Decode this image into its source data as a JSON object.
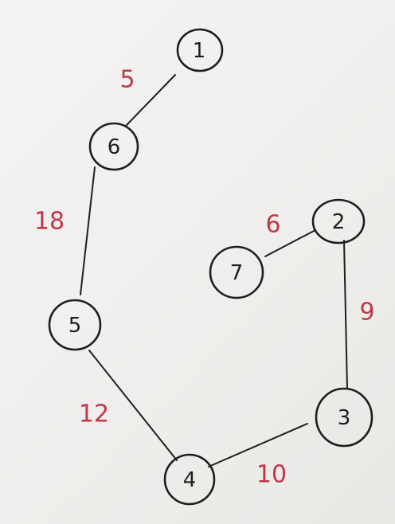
{
  "colors": {
    "ink": "#1e1e1e",
    "weight": "#c1374a",
    "paper": "#f2f1ef"
  },
  "nodes": [
    {
      "id": "n1",
      "label": "1"
    },
    {
      "id": "n6",
      "label": "6"
    },
    {
      "id": "n5",
      "label": "5"
    },
    {
      "id": "n4",
      "label": "4"
    },
    {
      "id": "n3",
      "label": "3"
    },
    {
      "id": "n2",
      "label": "2"
    },
    {
      "id": "n7",
      "label": "7"
    }
  ],
  "edges": [
    {
      "from": "1",
      "to": "6",
      "weight": "5"
    },
    {
      "from": "6",
      "to": "5",
      "weight": "18"
    },
    {
      "from": "5",
      "to": "4",
      "weight": "12"
    },
    {
      "from": "4",
      "to": "3",
      "weight": "10"
    },
    {
      "from": "3",
      "to": "2",
      "weight": "9"
    },
    {
      "from": "2",
      "to": "7",
      "weight": "6"
    }
  ]
}
